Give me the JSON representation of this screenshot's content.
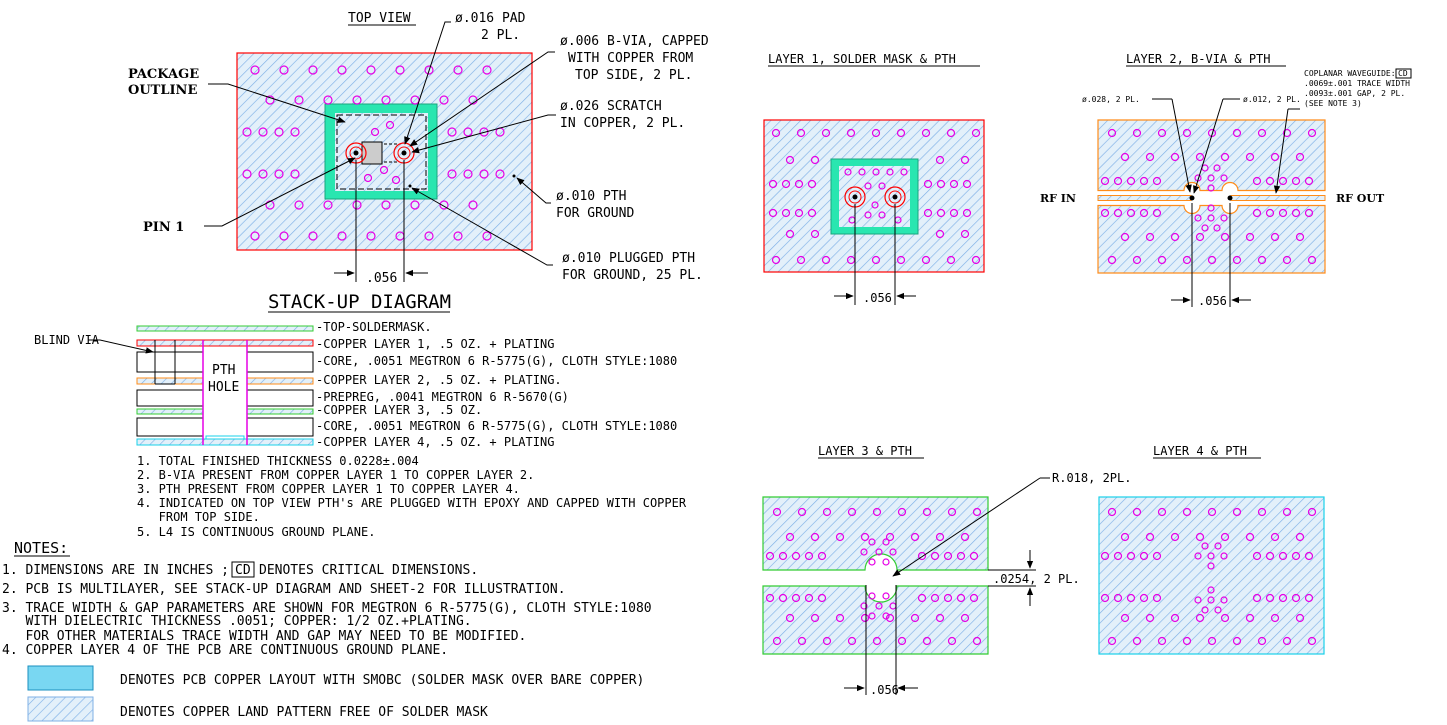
{
  "top_view": {
    "title": "TOP VIEW",
    "pad_note": [
      "ø.016 PAD",
      "2 PL."
    ],
    "bvia_note": [
      "ø.006 B-VIA, CAPPED",
      "WITH COPPER FROM",
      "TOP SIDE, 2 PL."
    ],
    "package_note": [
      "PACKAGE",
      "OUTLINE"
    ],
    "scratch_note": [
      "ø.026 SCRATCH",
      "IN COPPER, 2 PL."
    ],
    "pth_note": [
      "ø.010 PTH",
      "FOR GROUND"
    ],
    "pin_note": "PIN 1",
    "plugged_note": [
      "ø.010 PLUGGED PTH",
      "FOR GROUND, 25 PL."
    ],
    "dimension": ".056"
  },
  "layer1": {
    "title": "LAYER 1, SOLDER MASK & PTH",
    "dimension": ".056"
  },
  "layer2": {
    "title": "LAYER 2, B-VIA & PTH",
    "cpw_note_head": "COPLANAR WAVEGUIDE:",
    "cd_box": "CD",
    "cpw_note": [
      ".0069±.001 TRACE WIDTH",
      ".0093±.001 GAP, 2 PL.",
      "(SEE NOTE 3)"
    ],
    "d028": "ø.028, 2 PL.",
    "d012": "ø.012, 2 PL.",
    "rf_in": "RF IN",
    "rf_out": "RF OUT",
    "dimension": ".056"
  },
  "layer3": {
    "title": "LAYER 3 & PTH",
    "radius_note": "R.018, 2PL.",
    "gap_note": ".0254, 2 PL.",
    "dimension": ".056"
  },
  "layer4": {
    "title": "LAYER 4 & PTH"
  },
  "stackup": {
    "title": "STACK-UP DIAGRAM",
    "blind_via": "BLIND VIA",
    "pth_hole": [
      "PTH",
      "HOLE"
    ],
    "layers": [
      "-TOP-SOLDERMASK.",
      "-COPPER LAYER 1, .5 OZ. + PLATING",
      "-CORE, .0051 MEGTRON 6 R-5775(G), CLOTH STYLE:1080",
      "-COPPER LAYER 2, .5 OZ. + PLATING.",
      "-PREPREG, .0041 MEGTRON 6 R-5670(G)",
      "-COPPER LAYER 3, .5 OZ.",
      "-CORE, .0051 MEGTRON 6 R-5775(G), CLOTH STYLE:1080",
      "-COPPER LAYER 4, .5 OZ. + PLATING"
    ],
    "notes": [
      "1. TOTAL FINISHED THICKNESS 0.0228±.004",
      "2. B-VIA PRESENT FROM COPPER LAYER 1 TO COPPER LAYER 2.",
      "3. PTH PRESENT FROM COPPER LAYER 1 TO COPPER LAYER 4.",
      "4. INDICATED ON TOP VIEW PTH's ARE PLUGGED WITH EPOXY AND CAPPED WITH COPPER",
      "   FROM TOP SIDE.",
      "5. L4 IS CONTINUOUS GROUND PLANE."
    ]
  },
  "notes": {
    "title": "NOTES:",
    "n1_pre": "1. DIMENSIONS ARE IN INCHES ;",
    "n1_box": "CD",
    "n1_post": "DENOTES CRITICAL DIMENSIONS.",
    "lines": [
      "2. PCB IS MULTILAYER, SEE STACK-UP DIAGRAM AND SHEET-2 FOR ILLUSTRATION.",
      "3. TRACE WIDTH & GAP PARAMETERS ARE SHOWN FOR MEGTRON 6 R-5775(G), CLOTH STYLE:1080",
      "   WITH DIELECTRIC THICKNESS .0051; COPPER: 1/2 OZ.+PLATING.",
      "   FOR OTHER MATERIALS TRACE WIDTH AND GAP MAY NEED TO BE MODIFIED.",
      "4. COPPER LAYER 4 OF THE PCB ARE CONTINUOUS GROUND PLANE."
    ]
  },
  "legend": [
    "DENOTES PCB COPPER LAYOUT WITH SMOBC (SOLDER MASK OVER BARE COPPER)",
    "DENOTES COPPER LAND PATTERN FREE OF SOLDER MASK"
  ],
  "colors": {
    "hatch_line": "#7fb0e6",
    "hatch_bg": "#e3f0fa",
    "red": "#ff0000",
    "orange": "#ff8c1a",
    "green": "#33cc33",
    "cyan": "#19d0e8",
    "magenta": "#e600e6",
    "smobc": "#79d7f2",
    "teal": "#29e6b0"
  }
}
